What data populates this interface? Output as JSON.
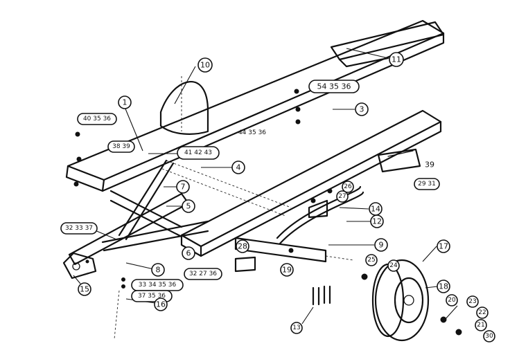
{
  "diagram": {
    "callouts": [
      {
        "id": "c1",
        "text": "1"
      },
      {
        "id": "c2",
        "text": "10"
      },
      {
        "id": "c3",
        "text": "11"
      },
      {
        "id": "c4",
        "text": "54 35 36"
      },
      {
        "id": "c5",
        "text": "3"
      },
      {
        "id": "c6",
        "text": "40 35 36"
      },
      {
        "id": "c7",
        "text": "38 39"
      },
      {
        "id": "c8",
        "text": "41 42 43"
      },
      {
        "id": "c9",
        "text": "44 35 36"
      },
      {
        "id": "c10",
        "text": "4"
      },
      {
        "id": "c11",
        "text": "7"
      },
      {
        "id": "c12",
        "text": "5"
      },
      {
        "id": "c13",
        "text": "39"
      },
      {
        "id": "c14",
        "text": "29 31"
      },
      {
        "id": "c15",
        "text": "26"
      },
      {
        "id": "c16",
        "text": "27"
      },
      {
        "id": "c17",
        "text": "14"
      },
      {
        "id": "c18",
        "text": "12"
      },
      {
        "id": "c19",
        "text": "32 33 37"
      },
      {
        "id": "c20",
        "text": "6"
      },
      {
        "id": "c21",
        "text": "28"
      },
      {
        "id": "c22",
        "text": "9"
      },
      {
        "id": "c23",
        "text": "8"
      },
      {
        "id": "c24",
        "text": "32 27 36"
      },
      {
        "id": "c25",
        "text": "19"
      },
      {
        "id": "c26",
        "text": "25"
      },
      {
        "id": "c27",
        "text": "24"
      },
      {
        "id": "c28",
        "text": "17"
      },
      {
        "id": "c29",
        "text": "15"
      },
      {
        "id": "c30",
        "text": "33 34 35 36"
      },
      {
        "id": "c31",
        "text": "37 35 36"
      },
      {
        "id": "c32",
        "text": "16"
      },
      {
        "id": "c33",
        "text": "18"
      },
      {
        "id": "c34",
        "text": "20"
      },
      {
        "id": "c35",
        "text": "23"
      },
      {
        "id": "c36",
        "text": "22"
      },
      {
        "id": "c37",
        "text": "21"
      },
      {
        "id": "c38",
        "text": "13"
      },
      {
        "id": "c39",
        "text": "30"
      }
    ]
  }
}
